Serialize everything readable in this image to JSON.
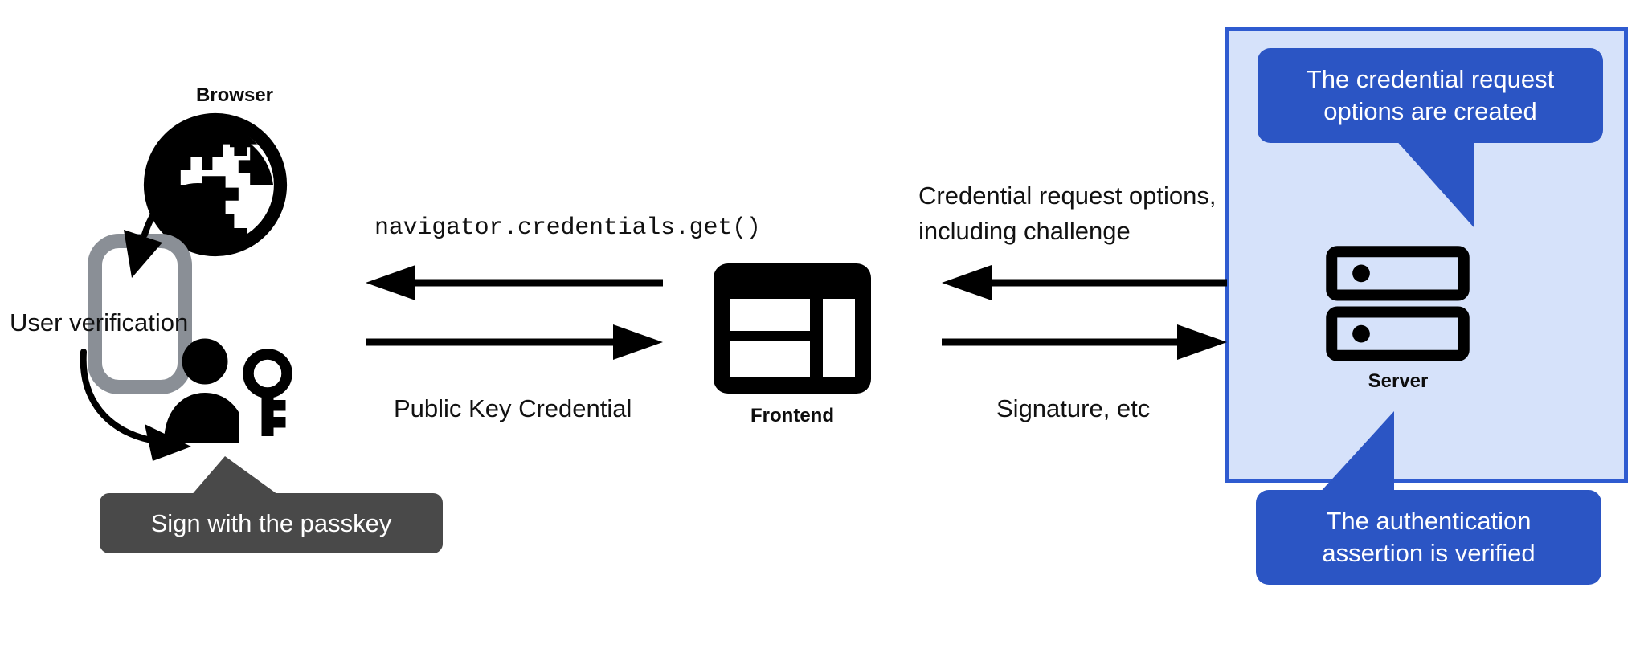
{
  "diagram": {
    "title": "WebAuthn passkey authentication flow",
    "background": "#ffffff"
  },
  "colors": {
    "panel_fill": "#D6E2FA",
    "panel_border": "#2F5BD0",
    "callout_blue": "#2B55C4",
    "tooltip_gray": "#494949",
    "phone_gray": "#8A8F96",
    "ink": "#111111"
  },
  "nodes": {
    "browser": {
      "label": "Browser",
      "icon": "globe-icon"
    },
    "frontend": {
      "label": "Frontend",
      "icon": "frontend-window-icon"
    },
    "server": {
      "label": "Server",
      "icon": "server-racks-icon"
    },
    "device": {
      "icon": "mobile-phone-icon"
    },
    "user": {
      "icon": "person-with-key-icon"
    }
  },
  "annotations": {
    "user_verification": "User verification",
    "sign_with_passkey": "Sign with the passkey"
  },
  "flows": {
    "browser_frontend": {
      "top_label": "navigator.credentials.get()",
      "top_direction": "left",
      "bottom_label": "Public Key Credential",
      "bottom_direction": "right"
    },
    "frontend_server": {
      "top_label_line1": "Credential request options,",
      "top_label_line2": "including challenge",
      "top_direction": "left",
      "bottom_label": "Signature, etc",
      "bottom_direction": "right"
    }
  },
  "callouts": [
    {
      "id": "credential-request-options",
      "line1": "The credential request",
      "line2": "options are created",
      "tail": "down-right"
    },
    {
      "id": "authentication-assertion",
      "line1": "The authentication",
      "line2": "assertion is verified",
      "tail": "up-left"
    }
  ]
}
